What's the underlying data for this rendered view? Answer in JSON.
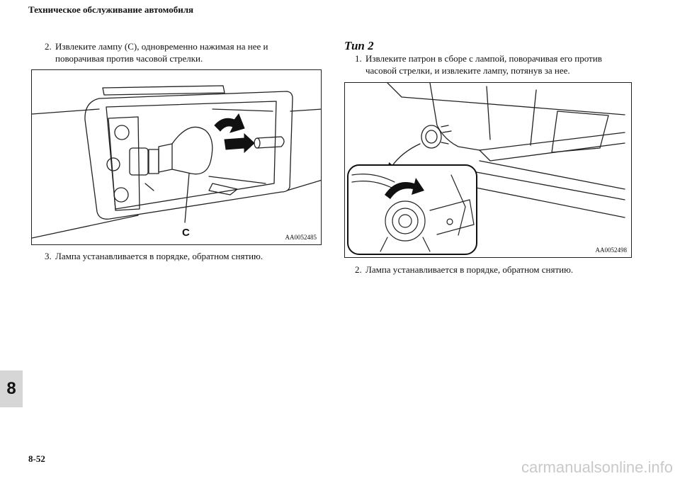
{
  "header": {
    "title": "Техническое обслуживание автомобиля"
  },
  "left": {
    "step2": {
      "num": "2.",
      "text": "Извлеките лампу (С), одновременно нажимая на нее и поворачивая против часовой стрелки."
    },
    "figure": {
      "code": "AA0052485",
      "callout": "C"
    },
    "step3": {
      "num": "3.",
      "text": "Лампа устанавливается в порядке, обратном снятию."
    }
  },
  "right": {
    "heading": "Тип 2",
    "step1": {
      "num": "1.",
      "text": "Извлеките патрон в сборе с лампой, поворачивая его против часовой стрелки, и извлеките лампу, потянув за нее."
    },
    "figure": {
      "code": "AA0052498"
    },
    "step2": {
      "num": "2.",
      "text": "Лампа устанавливается в порядке, обратном снятию."
    }
  },
  "chapter_tab": "8",
  "page_number": "8-52",
  "watermark": "carmanualsonline.info"
}
